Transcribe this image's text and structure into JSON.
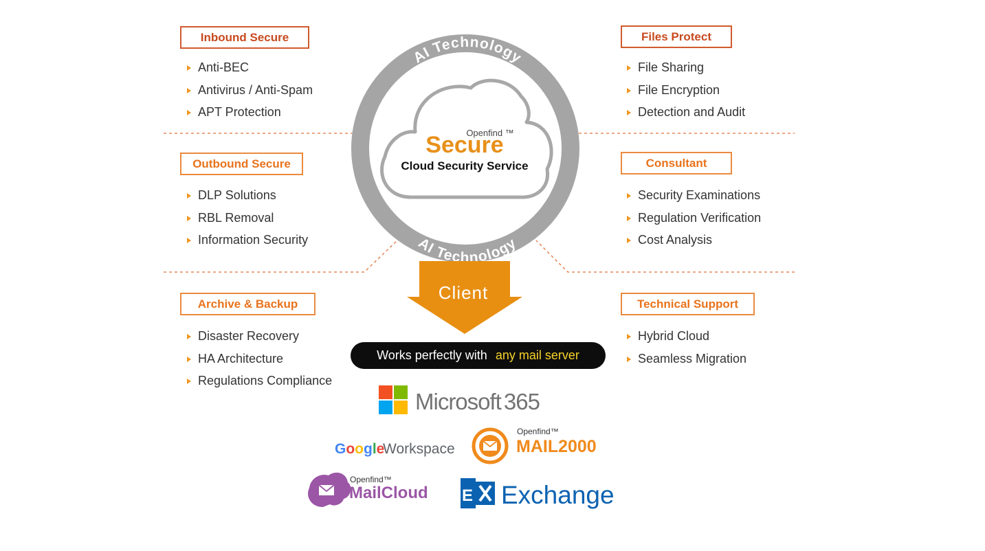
{
  "center": {
    "ring_label_top": "AI Technology",
    "ring_label_bottom": "AI Technology",
    "brand_small": "Openfind ™",
    "brand": "Secure",
    "service": "Cloud Security Service",
    "arrow_label": "Client"
  },
  "sections": [
    {
      "title": "Inbound Secure",
      "items": [
        "Anti-BEC",
        "Antivirus / Anti-Spam",
        "APT Protection"
      ]
    },
    {
      "title": "Files Protect",
      "items": [
        "File Sharing",
        "File Encryption",
        "Detection and Audit"
      ]
    },
    {
      "title": "Outbound Secure",
      "items": [
        "DLP Solutions",
        "RBL Removal",
        "Information Security"
      ]
    },
    {
      "title": "Consultant",
      "items": [
        "Security Examinations",
        "Regulation Verification",
        "Cost Analysis"
      ]
    },
    {
      "title": "Archive & Backup",
      "items": [
        "Disaster Recovery",
        "HA Architecture",
        "Regulations Compliance"
      ]
    },
    {
      "title": "Technical Support",
      "items": [
        "Hybrid Cloud",
        "Seamless Migration"
      ]
    }
  ],
  "tagline": {
    "prefix": "Works perfectly with",
    "highlight": "any mail server"
  },
  "logos": {
    "microsoft": {
      "brand": "Microsoft",
      "version": "365",
      "colors": [
        "#f25022",
        "#7fba00",
        "#00a4ef",
        "#ffb900"
      ]
    },
    "google": {
      "g": "G",
      "o1": "o",
      "o2": "o",
      "g2": "g",
      "l": "l",
      "e": "e",
      "suffix": "Workspace"
    },
    "mail2000": {
      "small": "Openfind™",
      "name": "MAIL2000"
    },
    "mailcloud": {
      "small": "Openfind™",
      "name": "MailCloud"
    },
    "exchange": {
      "name": "Exchange"
    }
  },
  "colors": {
    "accent": "#e8731c",
    "accent_red": "#c84a1e",
    "ring": "#a5a5a5",
    "arrow": "#e88f12",
    "bullet": "#f0961e",
    "pill_highlight": "#f7d22a"
  }
}
